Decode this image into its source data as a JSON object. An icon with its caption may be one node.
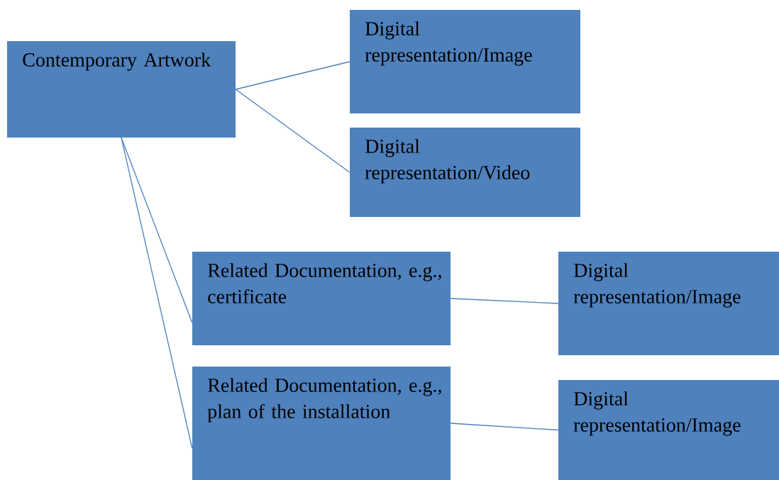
{
  "diagram": {
    "nodes": [
      {
        "text": [
          "Contemporary Artwork"
        ]
      },
      {
        "text": [
          "Digital representation/Image"
        ]
      },
      {
        "text": [
          "Digital representation/Video"
        ]
      },
      {
        "text": [
          "Related Documentation, e.g., certificate"
        ]
      },
      {
        "text": [
          "Digital representation/Image"
        ]
      },
      {
        "text": [
          "Related Documentation, e.g., plan of the installation"
        ]
      },
      {
        "text": [
          "Digital representation/Image"
        ]
      }
    ],
    "edges": [
      {
        "from": 0,
        "to": 1,
        "arrow": "none"
      },
      {
        "from": 0,
        "to": 2,
        "arrow": "none"
      },
      {
        "from": 0,
        "to": 3,
        "arrow": "none"
      },
      {
        "from": 0,
        "to": 5,
        "arrow": "none"
      },
      {
        "from": 3,
        "to": 4,
        "arrow": "none"
      },
      {
        "from": 5,
        "to": 6,
        "arrow": "none"
      }
    ]
  }
}
